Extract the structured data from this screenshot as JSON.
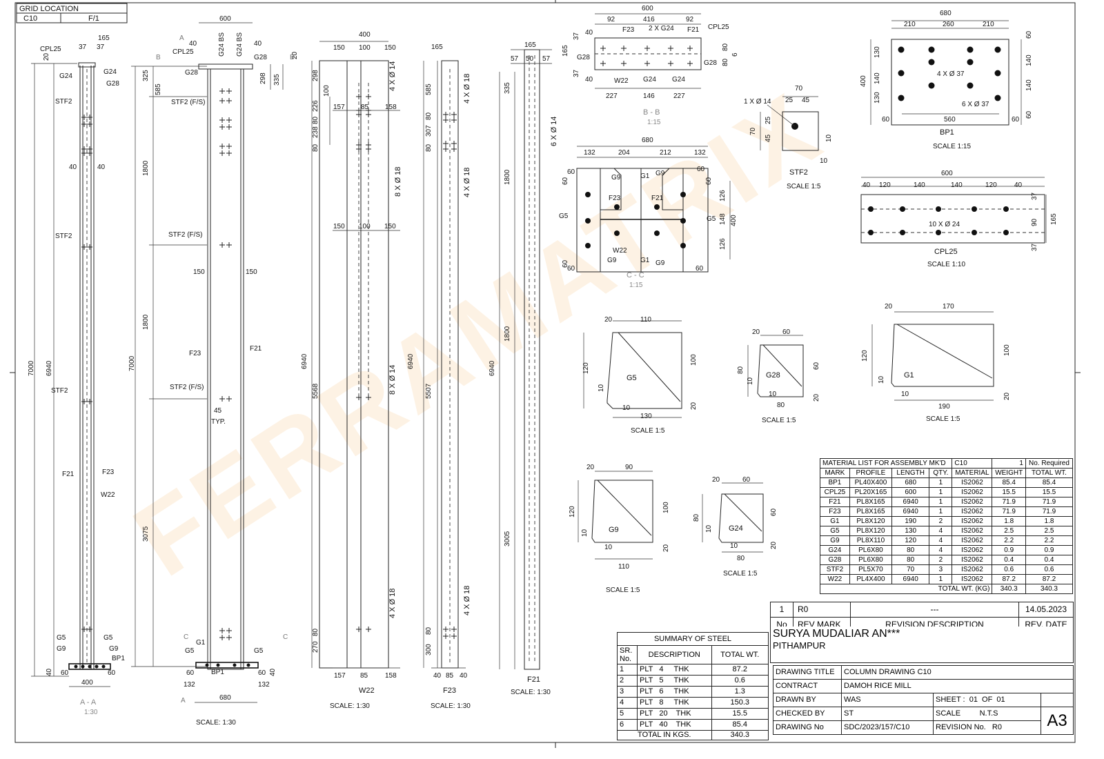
{
  "watermark": "FERRAMATRIX",
  "grid": {
    "h1": "GRID LOCATION",
    "v1": "C10",
    "v2": "F/1"
  },
  "view_aa": {
    "top_dims": [
      "165",
      "37",
      "37",
      "20"
    ],
    "marks_left": [
      "CPL25",
      "G24",
      "STF2",
      "STF2",
      "STF2",
      "F21",
      "G5",
      "G9"
    ],
    "marks_right": [
      "G24",
      "G28",
      "F23",
      "W22",
      "G5",
      "G9",
      "BP1"
    ],
    "dims_side": [
      "40",
      "40"
    ],
    "height_total": "7000",
    "height_inner": "6940",
    "bottom_dims": [
      "40",
      "60",
      "60",
      "400"
    ],
    "title": "A - A",
    "scale": "1:30"
  },
  "view_main": {
    "top_dims": [
      "600",
      "40",
      "40",
      "20"
    ],
    "top_labels": [
      "G24 BS",
      "G24 BS",
      "CPL25",
      "G28",
      "G28"
    ],
    "section_marks": [
      "A",
      "B",
      "B",
      "C",
      "C",
      "A"
    ],
    "left_dims": [
      "325",
      "585",
      "1800",
      "1800",
      "3075"
    ],
    "right_dims": [
      "298",
      "335"
    ],
    "labels": [
      "STF2 (F/S)",
      "STF2 (F/S)",
      "STF2 (F/S)",
      "F23",
      "F21",
      "G1",
      "G5",
      "G5",
      "BP1"
    ],
    "dim_150": [
      "150",
      "150"
    ],
    "typ": "45",
    "typ_label": "TYP.",
    "height": "7000",
    "bottom_dims": [
      "60",
      "60",
      "40",
      "132",
      "132",
      "680"
    ],
    "scale": "SCALE: 1:30"
  },
  "view_w22": {
    "top": [
      "400",
      "150",
      "100",
      "150"
    ],
    "row2": [
      "157",
      "85",
      "158"
    ],
    "row3": [
      "150",
      "100",
      "150"
    ],
    "left_dims": [
      "298",
      "100",
      "226",
      "80",
      "238",
      "80",
      "5568",
      "270",
      "80"
    ],
    "holes": [
      "4 X Ø 14",
      "8 X Ø 18",
      "8 X Ø 14",
      "4 X Ø 18"
    ],
    "height": "6940",
    "bottom": [
      "157",
      "85",
      "158"
    ],
    "tag": "W22",
    "scale": "SCALE: 1:30"
  },
  "view_f23": {
    "top": "165",
    "left_dims": [
      "585",
      "80",
      "307",
      "80",
      "5507",
      "80",
      "300"
    ],
    "holes": [
      "4 X Ø 18",
      "4 X Ø 18",
      "4 X Ø 18"
    ],
    "height": "6940",
    "bottom": [
      "40",
      "85",
      "40"
    ],
    "tag": "F23",
    "scale": "SCALE: 1:30"
  },
  "view_f21": {
    "top": [
      "165",
      "57",
      "50",
      "57"
    ],
    "left_dims": [
      "335",
      "1800",
      "1800",
      "3005"
    ],
    "holes": [
      "6 X Ø 14"
    ],
    "height": "6940",
    "tag": "F21",
    "scale": "SCALE: 1:30"
  },
  "bb": {
    "top": [
      "600",
      "92",
      "416",
      "92"
    ],
    "labels": [
      "F23",
      "2 X G24",
      "F21",
      "CPL25",
      "G28",
      "G28",
      "W22",
      "G24",
      "G24"
    ],
    "dims": [
      "165",
      "37",
      "40",
      "37",
      "40",
      "80",
      "80",
      "6",
      "227",
      "146",
      "227"
    ],
    "title": "B - B",
    "scale": "1:15"
  },
  "cc": {
    "top": [
      "680",
      "132",
      "204",
      "212",
      "132"
    ],
    "labels": [
      "G9",
      "G1",
      "G9",
      "F23",
      "F21",
      "G5",
      "G5",
      "W22",
      "G9",
      "G1",
      "G9"
    ],
    "dims": [
      "60",
      "60",
      "60",
      "60",
      "126",
      "148",
      "400",
      "126",
      "60",
      "60",
      "60"
    ],
    "title": "C - C",
    "scale": "1:15"
  },
  "stf2": {
    "dims": [
      "70",
      "25",
      "45",
      "70",
      "25",
      "45",
      "10",
      "10"
    ],
    "hole": "1 X Ø 14",
    "tag": "STF2",
    "scale": "SCALE 1:5"
  },
  "bp1": {
    "dims": [
      "680",
      "210",
      "260",
      "210",
      "400",
      "130",
      "140",
      "130",
      "60",
      "140",
      "140",
      "60",
      "560",
      "60",
      "60"
    ],
    "holes": [
      "4 X Ø 37",
      "6 X Ø 37"
    ],
    "tag": "BP1",
    "scale": "SCALE 1:15"
  },
  "cpl25": {
    "dims": [
      "600",
      "40",
      "120",
      "140",
      "140",
      "120",
      "40",
      "37",
      "90",
      "37",
      "165"
    ],
    "holes": "10 X Ø 24",
    "tag": "CPL25",
    "scale": "SCALE 1:10"
  },
  "g5": {
    "dims": [
      "20",
      "110",
      "120",
      "100",
      "10",
      "10",
      "130",
      "20"
    ],
    "tag": "G5",
    "scale": "SCALE 1:5"
  },
  "g28": {
    "dims": [
      "20",
      "60",
      "80",
      "60",
      "10",
      "10",
      "80",
      "20"
    ],
    "tag": "G28",
    "scale": "SCALE 1:5"
  },
  "g1": {
    "dims": [
      "20",
      "170",
      "120",
      "100",
      "10",
      "10",
      "190",
      "20"
    ],
    "tag": "G1",
    "scale": "SCALE 1:5"
  },
  "g9": {
    "dims": [
      "20",
      "90",
      "120",
      "100",
      "10",
      "10",
      "110",
      "20"
    ],
    "tag": "G9",
    "scale": "SCALE 1:5"
  },
  "g24": {
    "dims": [
      "20",
      "60",
      "80",
      "60",
      "10",
      "10",
      "80",
      "20"
    ],
    "tag": "G24",
    "scale": "SCALE 1:5"
  },
  "material": {
    "title": "MATERIAL LIST FOR ASSEMBLY MK'D",
    "mark": "C10",
    "qty": "1",
    "qty_label": "No. Required",
    "headers": [
      "MARK",
      "PROFILE",
      "LENGTH",
      "QTY.",
      "MATERIAL",
      "WEIGHT",
      "TOTAL WT."
    ],
    "rows": [
      [
        "BP1",
        "PL40X400",
        "680",
        "1",
        "IS2062",
        "85.4",
        "85.4"
      ],
      [
        "CPL25",
        "PL20X165",
        "600",
        "1",
        "IS2062",
        "15.5",
        "15.5"
      ],
      [
        "F21",
        "PL8X165",
        "6940",
        "1",
        "IS2062",
        "71.9",
        "71.9"
      ],
      [
        "F23",
        "PL8X165",
        "6940",
        "1",
        "IS2062",
        "71.9",
        "71.9"
      ],
      [
        "G1",
        "PL8X120",
        "190",
        "2",
        "IS2062",
        "1.8",
        "1.8"
      ],
      [
        "G5",
        "PL8X120",
        "130",
        "4",
        "IS2062",
        "2.5",
        "2.5"
      ],
      [
        "G9",
        "PL8X110",
        "120",
        "4",
        "IS2062",
        "2.2",
        "2.2"
      ],
      [
        "G24",
        "PL6X80",
        "80",
        "4",
        "IS2062",
        "0.9",
        "0.9"
      ],
      [
        "G28",
        "PL6X80",
        "80",
        "2",
        "IS2062",
        "0.4",
        "0.4"
      ],
      [
        "STF2",
        "PL5X70",
        "70",
        "3",
        "IS2062",
        "0.6",
        "0.6"
      ],
      [
        "W22",
        "PL4X400",
        "6940",
        "1",
        "IS2062",
        "87.2",
        "87.2"
      ]
    ],
    "total_label": "TOTAL WT. (KG)",
    "total_weight": "340.3",
    "total_total": "340.3"
  },
  "summary": {
    "title": "SUMMARY OF STEEL",
    "headers": [
      "SR. No.",
      "DESCRIPTION",
      "TOTAL WT."
    ],
    "rows": [
      [
        "1",
        "PLT   4     THK",
        "87.2"
      ],
      [
        "2",
        "PLT   5     THK",
        "0.6"
      ],
      [
        "3",
        "PLT   6     THK",
        "1.3"
      ],
      [
        "4",
        "PLT   8     THK",
        "150.3"
      ],
      [
        "5",
        "PLT   20    THK",
        "15.5"
      ],
      [
        "6",
        "PLT   40    THK",
        "85.4"
      ]
    ],
    "total_label": "TOTAL IN KGS.",
    "total": "340.3"
  },
  "revision": {
    "no": "1",
    "mark": "R0",
    "desc": "---",
    "date": "14.05.2023",
    "h_no": "No",
    "h_mark": "REV MARK",
    "h_desc": "REVISION DESCRIPTION",
    "h_date": "REV. DATE"
  },
  "title_block": {
    "client": "SURYA MUDALIAR AN***",
    "place": "PITHAMPUR",
    "rows": [
      [
        "DRAWING TITLE",
        "COLUMN DRAWING C10"
      ],
      [
        "CONTRACT",
        "DAMOH RICE MILL"
      ],
      [
        "DRAWN BY",
        "WAS"
      ],
      [
        "CHECKED BY",
        "ST"
      ],
      [
        "DRAWING No",
        "SDC/2023/157/C10"
      ]
    ],
    "sheet": "SHEET :  01  OF  01",
    "scale": "SCALE         N.T.S",
    "rev": "REVISION No.   R0",
    "size": "A3"
  }
}
